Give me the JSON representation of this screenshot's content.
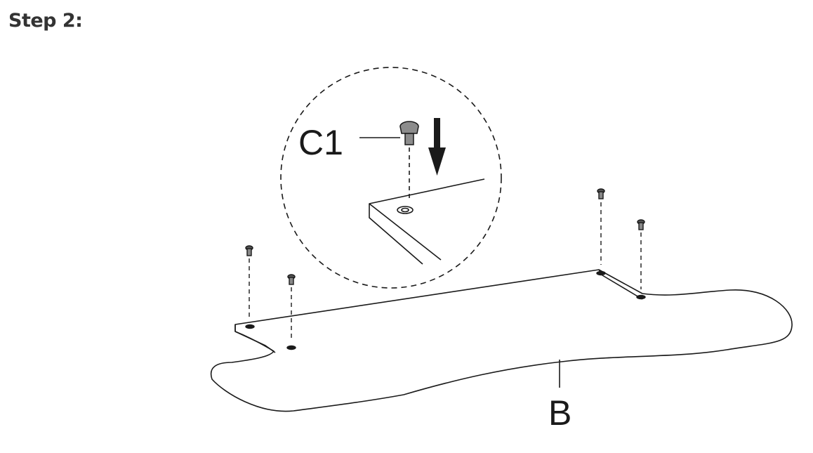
{
  "header": {
    "step_label": "Step 2:"
  },
  "diagram": {
    "detail_part_label": "C1",
    "board_label": "B",
    "colors": {
      "line": "#1a1a1a",
      "peg_fill": "#8c8c8c",
      "background": "#ffffff"
    }
  }
}
